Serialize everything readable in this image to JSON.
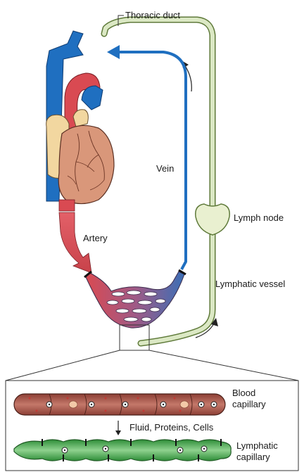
{
  "labels": {
    "thoracic_duct": "Thoracic duct",
    "vein": "Vein",
    "artery": "Artery",
    "lymph_node": "Lymph node",
    "lymphatic_vessel": "Lymphatic vessel",
    "blood_capillary_line1": "Blood",
    "blood_capillary_line2": "capillary",
    "fluid_proteins_cells": "Fluid, Proteins, Cells",
    "lymphatic_capillary_line1": "Lymphatic",
    "lymphatic_capillary_line2": "capillary"
  },
  "colors": {
    "lymph_vessel_fill": "#dbe8c4",
    "lymph_vessel_stroke": "#5f7a3a",
    "vein_blue": "#1f6fc0",
    "artery_red": "#d94a52",
    "heart_muscle": "#d9977a",
    "atrium_tan": "#f2d7a0",
    "lymph_capillary_green": "#3fae49",
    "blood_capillary_brown": "#a55a4c"
  }
}
